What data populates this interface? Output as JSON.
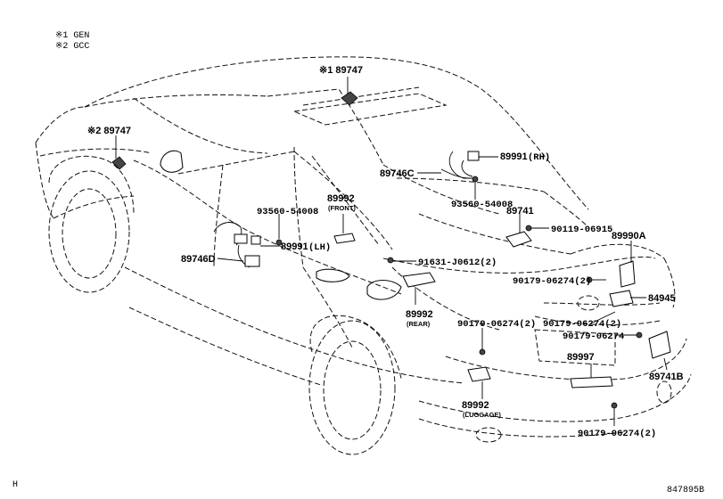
{
  "legend": {
    "gen": "※1 GEN",
    "gcc": "※2 GCC"
  },
  "callouts": {
    "roof_sensor": "※1 89747",
    "dash_sensor": "※2 89747",
    "sensor_rh": "89991",
    "sensor_rh_side": "(RH)",
    "wire_rh": "89746C",
    "clip_rh": "93560-54008",
    "door_front": "89992",
    "door_front_sub": "(FRONT)",
    "clip_lh": "93560-54008",
    "sensor_lh": "89991",
    "sensor_lh_side": "(LH)",
    "wire_lh": "89746D",
    "nut_rear": "91631-J0612(2)",
    "door_rear": "89992",
    "door_rear_sub": "(REAR)",
    "screw_rear": "90179-06274(2)",
    "ecu": "89741",
    "ecu_screw": "90119-06915",
    "antenna": "89990A",
    "screw_antenna": "90179-06274(2)",
    "rear_unit": "84945",
    "screw_84945": "90179-06274(2)",
    "screw_single": "90179-06274",
    "luggage": "89992",
    "luggage_sub": "(LUGGAGE)",
    "bumper_antenna": "89997",
    "ecu_rear": "89741B",
    "screw_bottom": "90179-06274(2)"
  },
  "footer": {
    "left_code": "H",
    "diagram_id": "847895B"
  }
}
